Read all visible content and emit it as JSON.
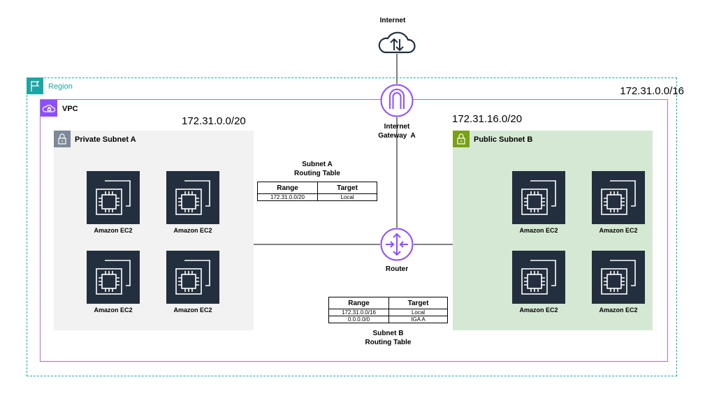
{
  "region": {
    "label": "Region",
    "cidr": "172.31.0.0/16"
  },
  "vpc": {
    "label": "VPC"
  },
  "internet": {
    "label": "Internet"
  },
  "igw": {
    "line1": "Internet",
    "line2": "Gateway  A"
  },
  "router": {
    "label": "Router"
  },
  "subnet_a": {
    "label": "Private Subnet A",
    "cidr": "172.31.0.0/20"
  },
  "subnet_b": {
    "label": "Public Subnet B",
    "cidr": "172.31.16.0/20"
  },
  "ec2_label": "Amazon EC2",
  "table_a": {
    "title1": "Subnet A",
    "title2": "Routing Table",
    "headers": [
      "Range",
      "Target"
    ],
    "rows": [
      [
        "172.31.0.0/20",
        "Local"
      ]
    ]
  },
  "table_b": {
    "title1": "Subnet B",
    "title2": "Routing Table",
    "headers": [
      "Range",
      "Target"
    ],
    "rows": [
      [
        "172.31.0.0/16",
        "Local"
      ],
      [
        "0.0.0.0/0",
        "IGA A"
      ]
    ]
  },
  "colors": {
    "region": "#1ba6a6",
    "vpc": "#8c4fff",
    "vpc_border": "#b26ae2",
    "private_subnet_bg": "#f2f2f2",
    "public_subnet_bg": "#d5e8d4",
    "ec2": "#232f3e",
    "gateway_router": "#8c4fff"
  }
}
